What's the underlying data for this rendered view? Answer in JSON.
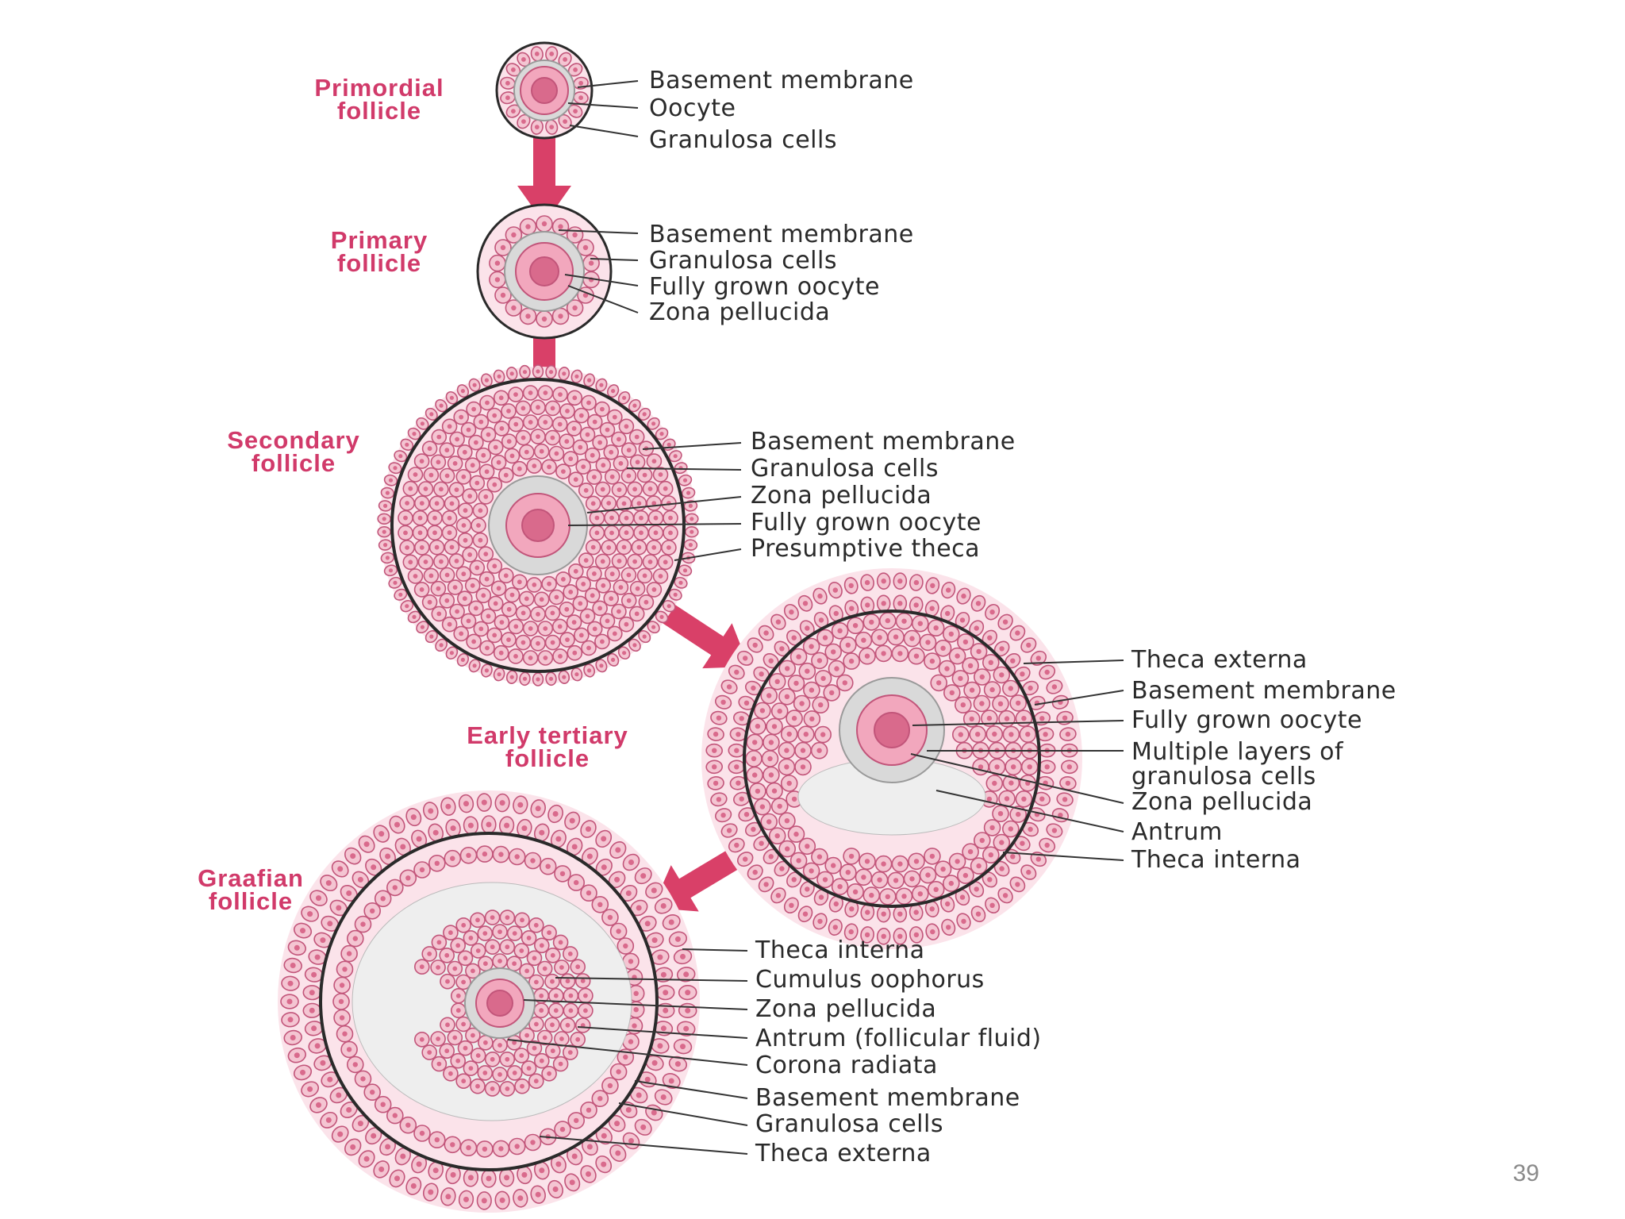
{
  "colors": {
    "arrow": "#d94068",
    "title": "#d13a6a",
    "cell_fill": "#f4c5d2",
    "cell_edge": "#c2557a",
    "nucleus": "#d96a8c",
    "zona": "#d9d9d9",
    "oocyte": "#f2a7bd",
    "antrum": "#eeeeee",
    "membrane": "#2a2a2a",
    "label_text": "#2a2a2a"
  },
  "stages": [
    {
      "id": "primordial",
      "title": [
        "Primordial",
        "follicle"
      ],
      "labels": [
        "Basement membrane",
        "Oocyte",
        "Granulosa cells"
      ]
    },
    {
      "id": "primary",
      "title": [
        "Primary",
        "follicle"
      ],
      "labels": [
        "Basement membrane",
        "Granulosa cells",
        "Fully grown oocyte",
        "Zona pellucida"
      ]
    },
    {
      "id": "secondary",
      "title": [
        "Secondary",
        "follicle"
      ],
      "labels": [
        "Basement membrane",
        "Granulosa cells",
        "Zona pellucida",
        "Fully grown oocyte",
        "Presumptive theca"
      ]
    },
    {
      "id": "early-tertiary",
      "title": [
        "Early tertiary",
        "follicle"
      ],
      "labels": [
        "Theca externa",
        "Basement membrane",
        "Fully grown oocyte",
        "Multiple layers of",
        "granulosa cells",
        "Zona pellucida",
        "Antrum",
        "Theca interna"
      ]
    },
    {
      "id": "graafian",
      "title": [
        "Graafian",
        "follicle"
      ],
      "labels": [
        "Theca interna",
        "Cumulus oophorus",
        "Zona pellucida",
        "Antrum (follicular fluid)",
        "Corona radiata",
        "Basement membrane",
        "Granulosa cells",
        "Theca externa"
      ]
    }
  ],
  "page_number": "39"
}
